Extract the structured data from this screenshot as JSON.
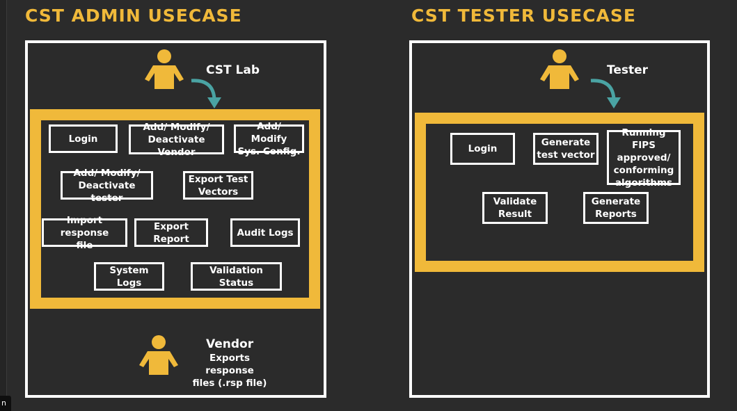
{
  "colors": {
    "background": "#2b2b2b",
    "accent": "#f0b93a",
    "frame": "#ffffff",
    "arrow": "#4aa3a3"
  },
  "corner_tag": "n",
  "admin": {
    "title": "CST ADMIN USECASE",
    "actor_top": "CST Lab",
    "actor_bottom": "Vendor",
    "actor_bottom_desc": "Exports response\nfiles (.rsp file)",
    "use_cases": [
      "Login",
      "Add/ Modify/\nDeactivate Vendor",
      "Add/ Modify\nSys. Config.",
      "Add/ Modify/\nDeactivate tester",
      "Export Test\nVectors",
      "Import response\nfile",
      "Export Report",
      "Audit Logs",
      "System Logs",
      "Validation Status"
    ]
  },
  "tester": {
    "title": "CST TESTER USECASE",
    "actor_top": "Tester",
    "use_cases": [
      "Login",
      "Generate\ntest vector",
      "Running FIPS\napproved/\nconforming\nalgorithms",
      "Validate\nResult",
      "Generate\nReports"
    ]
  }
}
